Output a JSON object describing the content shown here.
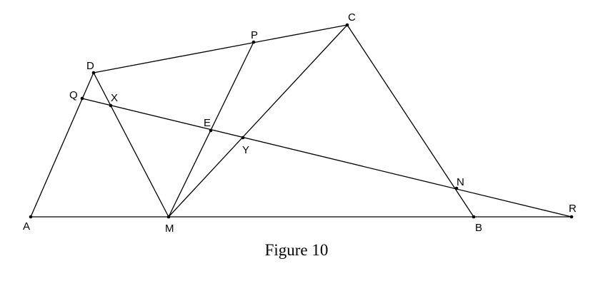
{
  "figure": {
    "caption": "Figure 10",
    "points": [
      {
        "id": "A",
        "label": "A"
      },
      {
        "id": "M",
        "label": "M"
      },
      {
        "id": "B",
        "label": "B"
      },
      {
        "id": "R",
        "label": "R"
      },
      {
        "id": "C",
        "label": "C"
      },
      {
        "id": "P",
        "label": "P"
      },
      {
        "id": "D",
        "label": "D"
      },
      {
        "id": "Q",
        "label": "Q"
      },
      {
        "id": "X",
        "label": "X"
      },
      {
        "id": "E",
        "label": "E"
      },
      {
        "id": "Y",
        "label": "Y"
      },
      {
        "id": "N",
        "label": "N"
      }
    ],
    "segments": [
      [
        "A",
        "R"
      ],
      [
        "A",
        "D"
      ],
      [
        "D",
        "C"
      ],
      [
        "C",
        "B"
      ],
      [
        "D",
        "M"
      ],
      [
        "M",
        "P"
      ],
      [
        "M",
        "C"
      ],
      [
        "Q",
        "R"
      ]
    ]
  }
}
